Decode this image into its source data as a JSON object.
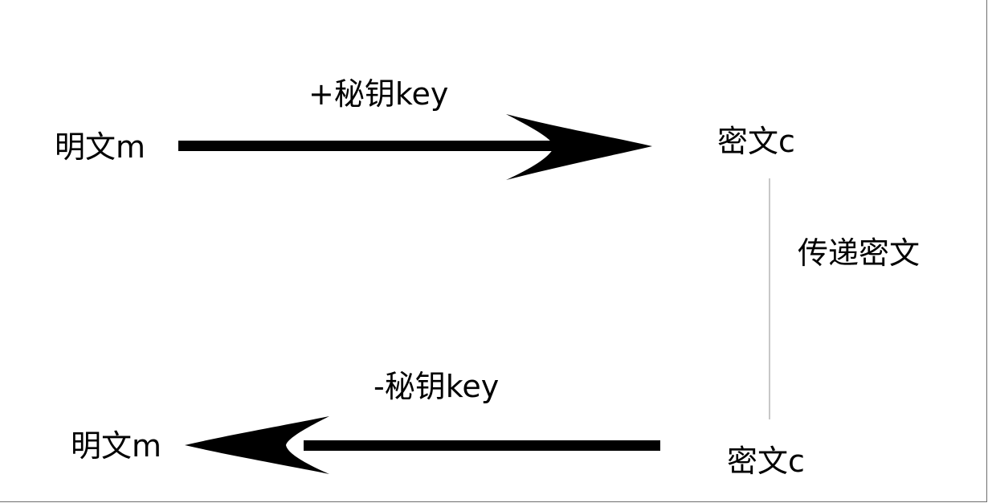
{
  "diagram": {
    "top_row": {
      "plaintext": "明文m",
      "operation": "+秘钥key",
      "ciphertext": "密文c"
    },
    "transfer": {
      "label": "传递密文"
    },
    "bottom_row": {
      "plaintext": "明文m",
      "operation": "-秘钥key",
      "ciphertext": "密文c"
    },
    "colors": {
      "arrow": "#000000",
      "connector": "#c8c8c8",
      "frame": "#6e6e6e",
      "background": "#ffffff"
    }
  }
}
